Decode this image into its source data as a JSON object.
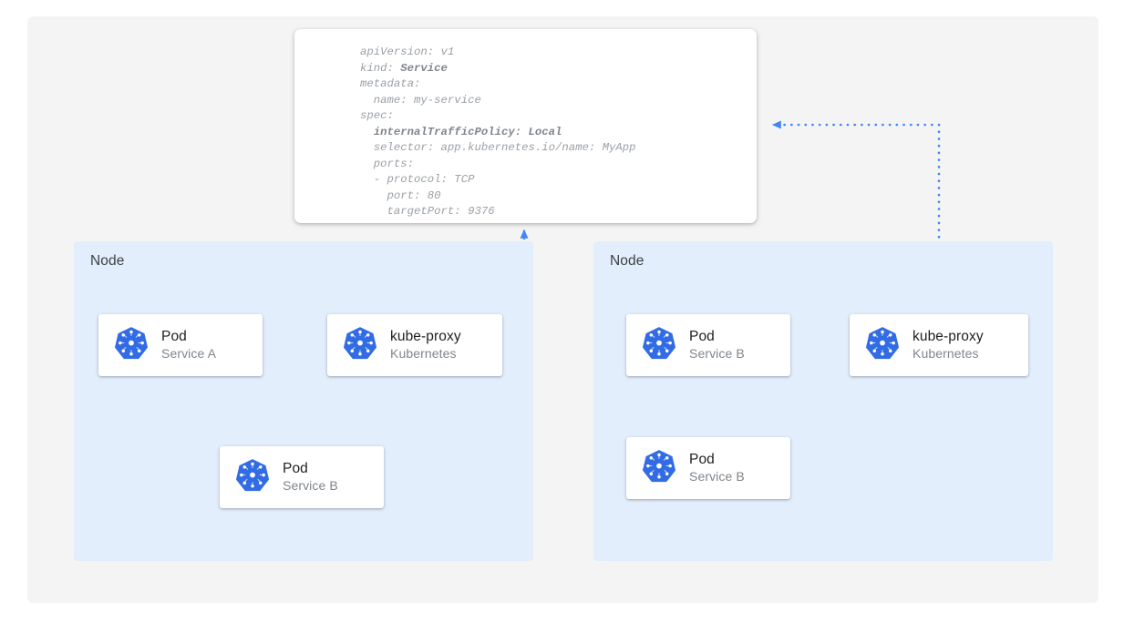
{
  "theme": {
    "page_background": "#ffffff",
    "panel_background": "#f4f4f4",
    "node_background": "#e2eefb",
    "card_background": "#ffffff",
    "accent_blue": "#4285f4",
    "logo_blue": "#326ce5",
    "title_text": "#202124",
    "subtitle_text": "#80868b",
    "code_text": "#9aa0a6"
  },
  "manifest": {
    "name": "service-yaml-manifest",
    "lines": [
      {
        "indent": 0,
        "text": "apiVersion: v1",
        "bold": false
      },
      {
        "indent": 0,
        "text": "kind: ",
        "bold_tail": "Service"
      },
      {
        "indent": 0,
        "text": "metadata:",
        "bold": false
      },
      {
        "indent": 1,
        "text": "name: my-service",
        "bold": false
      },
      {
        "indent": 0,
        "text": "spec:",
        "bold": false
      },
      {
        "indent": 1,
        "text": "internalTrafficPolicy: Local",
        "bold": true
      },
      {
        "indent": 1,
        "text": "selector: app.kubernetes.io/name: MyApp",
        "bold": false
      },
      {
        "indent": 1,
        "text": "ports:",
        "bold": false
      },
      {
        "indent": 1,
        "text": "- protocol: TCP",
        "bold": false
      },
      {
        "indent": 2,
        "text": "port: 80",
        "bold": false
      },
      {
        "indent": 2,
        "text": "targetPort: 9376",
        "bold": false
      }
    ],
    "raw": "apiVersion: v1\nkind: Service\nmetadata:\n  name: my-service\nspec:\n  internalTrafficPolicy: Local\n  selector: app.kubernetes.io/name: MyApp\n  ports:\n  - protocol: TCP\n    port: 80\n    targetPort: 9376",
    "fields": {
      "apiVersion": "v1",
      "kind": "Service",
      "metadata_name": "my-service",
      "internalTrafficPolicy": "Local",
      "selector": "app.kubernetes.io/name: MyApp",
      "protocol": "TCP",
      "port": "80",
      "targetPort": "9376"
    }
  },
  "nodes": [
    {
      "id": "node-left",
      "label": "Node"
    },
    {
      "id": "node-right",
      "label": "Node"
    }
  ],
  "cards": {
    "pod_a": {
      "title": "Pod",
      "subtitle": "Service A",
      "icon": "kubernetes-logo-icon"
    },
    "kube_left": {
      "title": "kube-proxy",
      "subtitle": "Kubernetes",
      "icon": "kubernetes-logo-icon"
    },
    "pod_b_left": {
      "title": "Pod",
      "subtitle": "Service B",
      "icon": "kubernetes-logo-icon"
    },
    "pod_b_r1": {
      "title": "Pod",
      "subtitle": "Service B",
      "icon": "kubernetes-logo-icon"
    },
    "kube_right": {
      "title": "kube-proxy",
      "subtitle": "Kubernetes",
      "icon": "kubernetes-logo-icon"
    },
    "pod_b_r2": {
      "title": "Pod",
      "subtitle": "Service B",
      "icon": "kubernetes-logo-icon"
    }
  },
  "connectors": [
    {
      "name": "pod-a-to-kube-proxy-left",
      "style": "solid",
      "from": "pod_a",
      "to": "kube_left",
      "direction": "right"
    },
    {
      "name": "kube-proxy-left-to-pod-b-left",
      "style": "solid",
      "from": "kube_left",
      "to": "pod_b_left",
      "direction": "down-left"
    },
    {
      "name": "kube-proxy-left-to-manifest",
      "style": "dotted",
      "from": "kube_left",
      "to": "service-yaml-manifest",
      "direction": "up"
    },
    {
      "name": "kube-proxy-right-to-manifest",
      "style": "dotted",
      "from": "kube_right",
      "to": "service-yaml-manifest",
      "direction": "up-left"
    }
  ]
}
